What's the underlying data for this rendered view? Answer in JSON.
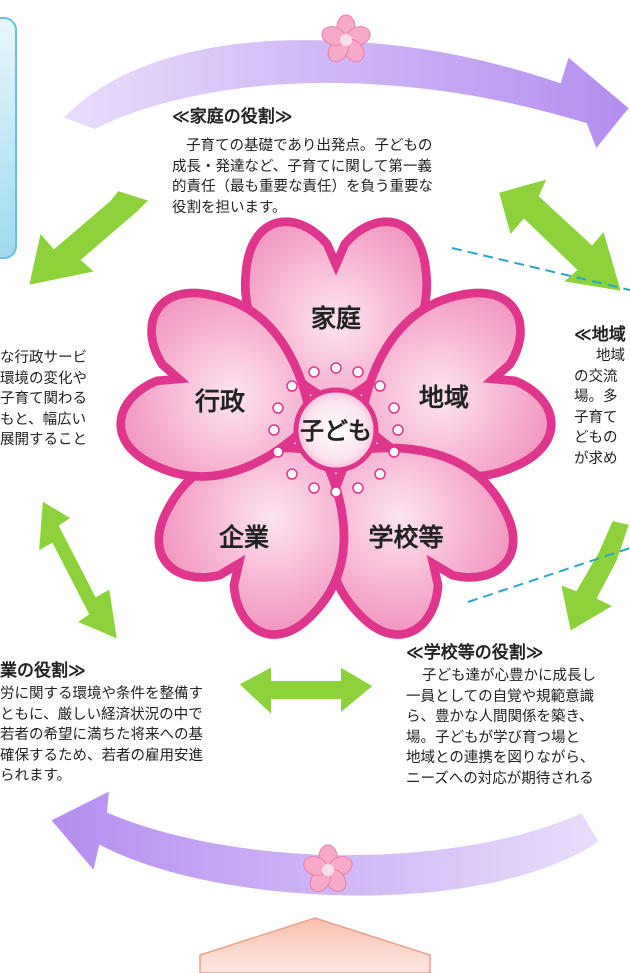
{
  "flower": {
    "center_label": "子ども",
    "petals": {
      "top": "家庭",
      "right": "地域",
      "bottom_right": "学校等",
      "bottom_left": "企業",
      "left": "行政"
    }
  },
  "sections": {
    "family": {
      "heading": "≪家庭の役割≫",
      "lines": [
        "子育ての基礎であり出発点。子どもの",
        "成長・発達など、子育てに関して第一義",
        "的責任（最も重要な責任）を負う重要な",
        "役割を担います。"
      ]
    },
    "community": {
      "heading": "≪地域",
      "lines": [
        "地域",
        "の交流",
        "場。多",
        "子育て",
        "どもの",
        "が求め"
      ]
    },
    "government": {
      "lines": [
        "な行政サービ",
        "環境の変化や",
        "子育て関わる",
        "もと、幅広い",
        "展開すること"
      ]
    },
    "company": {
      "heading": "業の役割≫",
      "lines": [
        "労に関する環境や条件を整備す",
        "ともに、厳しい経済状況の中で",
        "若者の希望に満ちた将来への基",
        "確保するため、若者の雇用安進",
        "られます。"
      ]
    },
    "school": {
      "heading": "≪学校等の役割≫",
      "lines": [
        "子ども達が心豊かに成長し",
        "一員としての自覚や規範意識",
        "ら、豊かな人間関係を築き、",
        "場。子どもが学び育つ場と",
        "地域との連携を図りながら、",
        "ニーズへの対応が期待される"
      ]
    }
  },
  "colors": {
    "petal_fill": "#f6aed0",
    "petal_outline": "#e0358c",
    "center_fill": "#fbe0ee",
    "sakura_ornament": "#f7a9c9",
    "arrow_purple": "#b58df0",
    "arrow_green": "#8cd23a",
    "dashed_line": "#2aa6c8",
    "bottom_arrow": "#f8c7b8",
    "side_box": "#bfe6f6"
  }
}
